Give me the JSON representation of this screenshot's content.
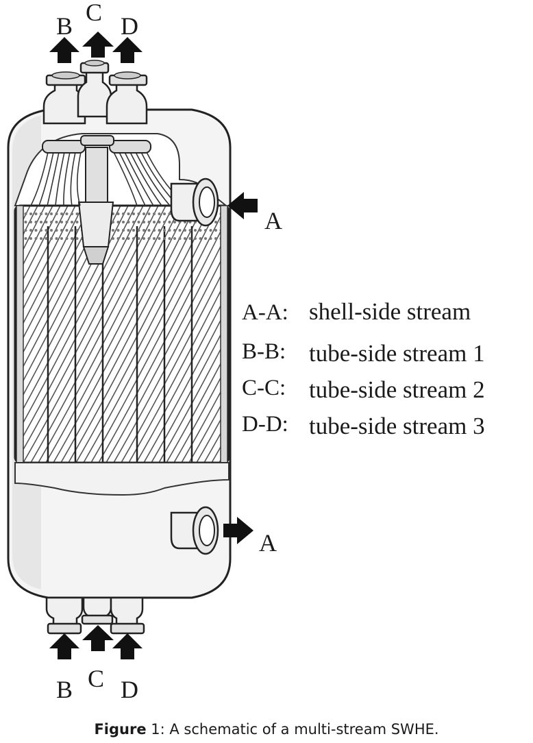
{
  "stream_labels": {
    "top": [
      "B",
      "C",
      "D"
    ],
    "bottom": [
      "B",
      "C",
      "D"
    ],
    "shell_inlet": "A",
    "shell_outlet": "A"
  },
  "legend": [
    {
      "key": "A-A:",
      "text": "shell-side stream"
    },
    {
      "key": "B-B:",
      "text": "tube-side stream 1"
    },
    {
      "key": "C-C:",
      "text": "tube-side stream 2"
    },
    {
      "key": "D-D:",
      "text": "tube-side stream 3"
    }
  ],
  "caption": {
    "label": "Figure",
    "number": "1",
    "text": ": A schematic of a multi-stream SWHE."
  }
}
